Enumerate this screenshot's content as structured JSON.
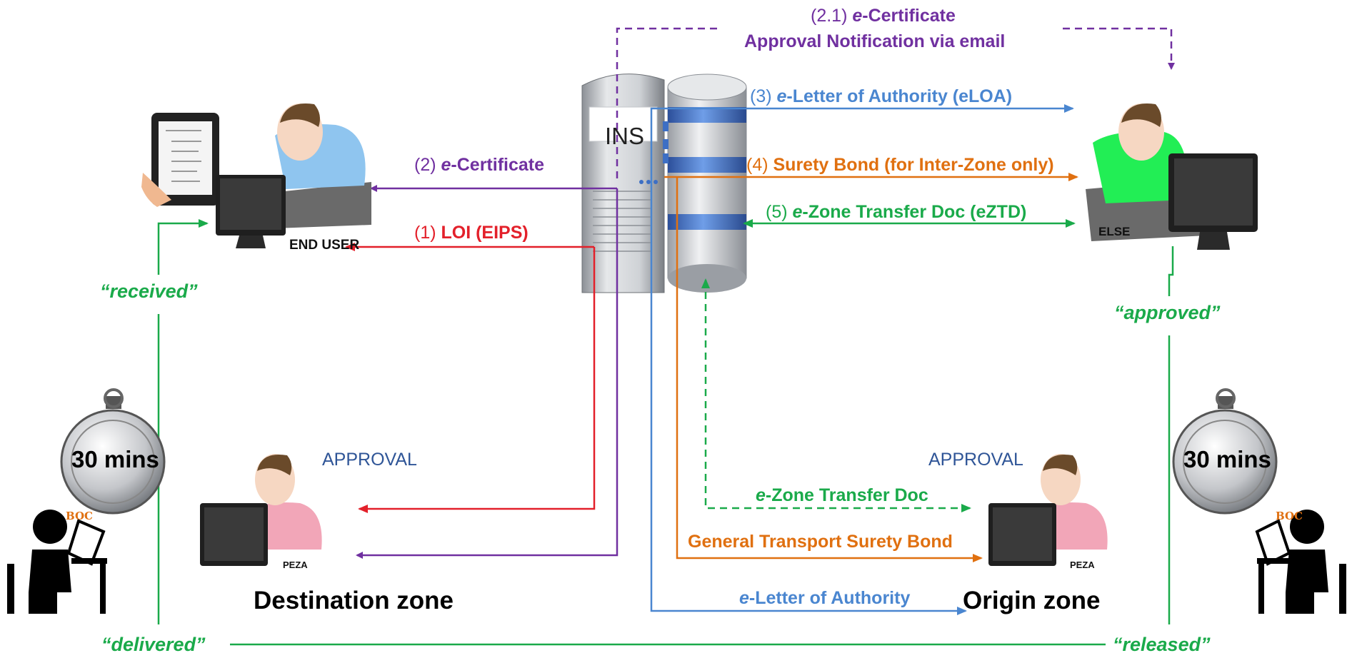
{
  "flows": {
    "f21_num": "(2.1) ",
    "f21_em": "e",
    "f21_rest": "-Certificate",
    "f21_line2": "Approval Notification via email",
    "f3_num": "(3) ",
    "f3_em": "e",
    "f3_rest": "-Letter of Authority (eLOA)",
    "f4_num": "(4) ",
    "f4_rest": "Surety Bond (for Inter-Zone only)",
    "f5_num": "(5) ",
    "f5_em": "e",
    "f5_rest": "-Zone Transfer Doc (eZTD)",
    "f2_num": "(2) ",
    "f2_em": "e",
    "f2_rest": "-Certificate",
    "f1_num": "(1) ",
    "f1_rest": "LOI (EIPS)"
  },
  "origin_flows": {
    "eztd_em": "e",
    "eztd_rest": "-Zone Transfer Doc",
    "gtsb": "General Transport Surety Bond",
    "eloa_em": "e",
    "eloa_rest": "-Letter of Authority"
  },
  "server": {
    "label": "INS"
  },
  "actors": {
    "end_user": "END USER",
    "else": "ELSE",
    "peza_dest": "PEZA",
    "peza_origin": "PEZA",
    "boc_left": "BOC",
    "boc_right": "BOC"
  },
  "approvals": {
    "left": "APPROVAL",
    "right": "APPROVAL"
  },
  "zones": {
    "destination": "Destination zone",
    "origin": "Origin zone"
  },
  "statuses": {
    "received": "“received”",
    "approved": "“approved”",
    "delivered": "“delivered”",
    "released": "“released”"
  },
  "timers": {
    "left": "30 mins",
    "right": "30 mins"
  },
  "colors": {
    "purple": "#7030A0",
    "blue": "#4A86D0",
    "orange": "#E07010",
    "green": "#1AAA4A",
    "red": "#E3202A"
  }
}
